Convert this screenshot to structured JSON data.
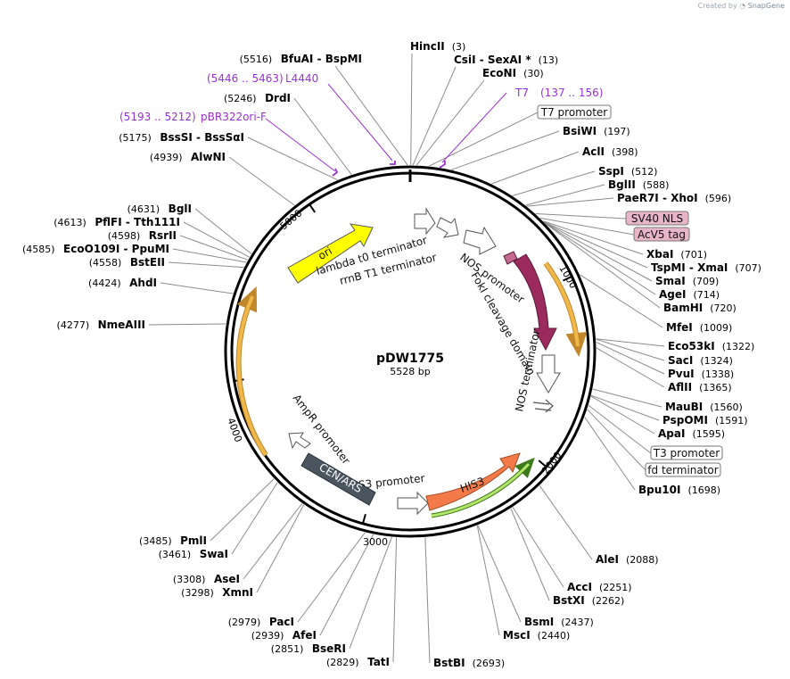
{
  "credit": {
    "prefix": "Created by",
    "brand": "SnapGene"
  },
  "plasmid": {
    "name": "pDW1775",
    "length_label": "5528 bp",
    "length": 5528
  },
  "ticks": [
    {
      "label": "1000",
      "pos": 1000
    },
    {
      "label": "2000",
      "pos": 2000
    },
    {
      "label": "3000",
      "pos": 3000
    },
    {
      "label": "4000",
      "pos": 4000
    },
    {
      "label": "5000",
      "pos": 5000
    }
  ],
  "primers": [
    {
      "name": "L4440",
      "range": "(5446 .. 5463)",
      "label_side": "left"
    },
    {
      "name": "pBR322ori-F",
      "range": "(5193 .. 5212)",
      "label_side": "left"
    },
    {
      "name": "T7",
      "range": "(137 .. 156)",
      "label_side": "right"
    }
  ],
  "enzymes_right": [
    {
      "name": "HincII",
      "pos": "(3)"
    },
    {
      "name": "CsiI",
      "extra": "SexAI *",
      "pos": "(13)"
    },
    {
      "name": "EcoNI",
      "pos": "(30)"
    },
    {
      "name": "BsiWI",
      "pos": "(197)"
    },
    {
      "name": "AclI",
      "pos": "(398)"
    },
    {
      "name": "SspI",
      "pos": "(512)"
    },
    {
      "name": "BglII",
      "pos": "(588)"
    },
    {
      "name": "PaeR7I",
      "extra": "XhoI",
      "pos": "(596)"
    },
    {
      "name": "XbaI",
      "pos": "(701)"
    },
    {
      "name": "TspMI",
      "extra": "XmaI",
      "pos": "(707)"
    },
    {
      "name": "SmaI",
      "pos": "(709)"
    },
    {
      "name": "AgeI",
      "pos": "(714)"
    },
    {
      "name": "BamHI",
      "pos": "(720)"
    },
    {
      "name": "MfeI",
      "pos": "(1009)"
    },
    {
      "name": "Eco53kI",
      "pos": "(1322)"
    },
    {
      "name": "SacI",
      "pos": "(1324)"
    },
    {
      "name": "PvuI",
      "pos": "(1338)"
    },
    {
      "name": "AflII",
      "pos": "(1365)"
    },
    {
      "name": "MauBI",
      "pos": "(1560)"
    },
    {
      "name": "PspOMI",
      "pos": "(1591)"
    },
    {
      "name": "ApaI",
      "pos": "(1595)"
    },
    {
      "name": "Bpu10I",
      "pos": "(1698)"
    },
    {
      "name": "AleI",
      "pos": "(2088)"
    },
    {
      "name": "AccI",
      "pos": "(2251)"
    },
    {
      "name": "BstXI",
      "pos": "(2262)"
    },
    {
      "name": "BsmI",
      "pos": "(2437)"
    },
    {
      "name": "MscI",
      "pos": "(2440)"
    },
    {
      "name": "BstBI",
      "pos": "(2693)"
    }
  ],
  "enzymes_left": [
    {
      "name": "BfuAI",
      "extra": "BspMI",
      "pos": "(5516)"
    },
    {
      "name": "DrdI",
      "pos": "(5246)"
    },
    {
      "name": "BssSI",
      "extra": "BssSαI",
      "pos": "(5175)"
    },
    {
      "name": "AlwNI",
      "pos": "(4939)"
    },
    {
      "name": "BglI",
      "pos": "(4631)"
    },
    {
      "name": "PflFI",
      "extra": "Tth111I",
      "pos": "(4613)"
    },
    {
      "name": "RsrII",
      "pos": "(4598)"
    },
    {
      "name": "EcoO109I",
      "extra": "PpuMI",
      "pos": "(4585)"
    },
    {
      "name": "BstEII",
      "pos": "(4558)"
    },
    {
      "name": "AhdI",
      "pos": "(4424)"
    },
    {
      "name": "NmeAIII",
      "pos": "(4277)"
    },
    {
      "name": "PmlI",
      "pos": "(3485)"
    },
    {
      "name": "SwaI",
      "pos": "(3461)"
    },
    {
      "name": "AseI",
      "pos": "(3308)"
    },
    {
      "name": "XmnI",
      "pos": "(3298)"
    },
    {
      "name": "PacI",
      "pos": "(2979)"
    },
    {
      "name": "AfeI",
      "pos": "(2939)"
    },
    {
      "name": "BseRI",
      "pos": "(2851)"
    },
    {
      "name": "TatI",
      "pos": "(2829)"
    }
  ],
  "boxed_features": [
    {
      "name": "T7 promoter",
      "fill": "#ffffff"
    },
    {
      "name": "SV40 NLS",
      "fill": "#e8b4c8"
    },
    {
      "name": "AcV5 tag",
      "fill": "#e8b4c8"
    },
    {
      "name": "T3 promoter",
      "fill": "#ffffff"
    },
    {
      "name": "fd terminator",
      "fill": "#ffffff"
    }
  ],
  "features": [
    {
      "name": "ori",
      "color": "#ffff00"
    },
    {
      "name": "lambda t0 terminator",
      "color": "#ffffff"
    },
    {
      "name": "rrnB T1 terminator",
      "color": "#ffffff"
    },
    {
      "name": "NOS promoter",
      "color": "#ffffff"
    },
    {
      "name": "FokI cleavage domain",
      "color": "#9b2b5f"
    },
    {
      "name": "NOS terminator",
      "color": "#ffffff"
    },
    {
      "name": "HIS3 promoter",
      "color": "#ffffff"
    },
    {
      "name": "HIS3",
      "color": "#f47a4a"
    },
    {
      "name": "CEN/ARS",
      "color": "#4a5560"
    },
    {
      "name": "AmpR promoter",
      "color": "#ffffff"
    }
  ],
  "colors": {
    "backbone": "#000000",
    "orf": "#f0b84a",
    "orf_green": "#7ac143",
    "primer": "#9b30d9",
    "line": "#8c8c8c"
  }
}
